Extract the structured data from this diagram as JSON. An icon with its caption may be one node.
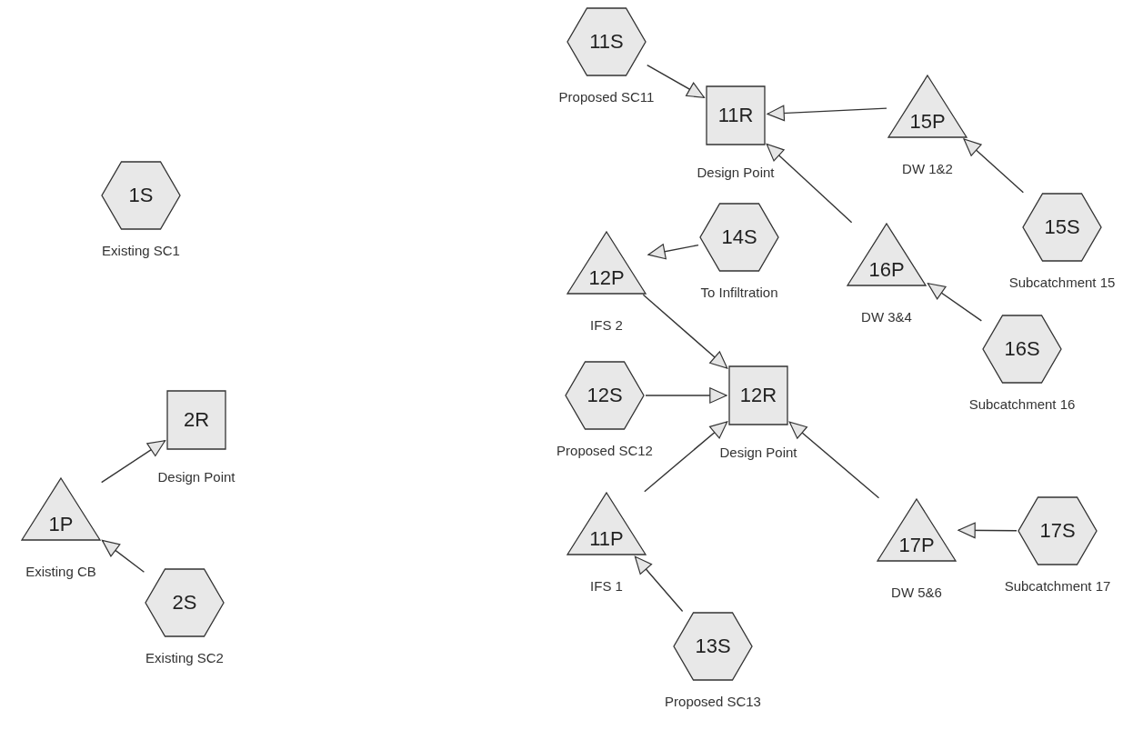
{
  "diagram": {
    "nodes": [
      {
        "text": [
          "1S"
        ],
        "beside": [
          "Existing SC1"
        ]
      },
      {
        "text": [
          "2R"
        ],
        "beside": [
          "Design Point"
        ]
      },
      {
        "text": [
          "1P"
        ],
        "beside": [
          "Existing CB"
        ]
      },
      {
        "text": [
          "2S"
        ],
        "beside": [
          "Existing SC2"
        ]
      },
      {
        "text": [
          "11S"
        ],
        "beside": [
          "Proposed SC11"
        ]
      },
      {
        "text": [
          "11R"
        ],
        "beside": [
          "Design Point"
        ]
      },
      {
        "text": [
          "15P"
        ],
        "beside": [
          "DW 1&2"
        ]
      },
      {
        "text": [
          "14S"
        ],
        "beside": [
          "To Infiltration"
        ]
      },
      {
        "text": [
          "12P"
        ],
        "beside": [
          "IFS 2"
        ]
      },
      {
        "text": [
          "16P"
        ],
        "beside": [
          "DW 3&4"
        ]
      },
      {
        "text": [
          "15S"
        ],
        "beside": [
          "Subcatchment 15"
        ]
      },
      {
        "text": [
          "16S"
        ],
        "beside": [
          "Subcatchment 16"
        ]
      },
      {
        "text": [
          "12S"
        ],
        "beside": [
          "Proposed SC12"
        ]
      },
      {
        "text": [
          "12R"
        ],
        "beside": [
          "Design Point"
        ]
      },
      {
        "text": [
          "11P"
        ],
        "beside": [
          "IFS 1"
        ]
      },
      {
        "text": [
          "17P"
        ],
        "beside": [
          "DW 5&6"
        ]
      },
      {
        "text": [
          "17S"
        ],
        "beside": [
          "Subcatchment 17"
        ]
      },
      {
        "text": [
          "13S"
        ],
        "beside": [
          "Proposed SC13"
        ]
      }
    ],
    "edges": [
      {
        "from": 2,
        "to": 1,
        "arrow": "to"
      },
      {
        "from": 3,
        "to": 2,
        "arrow": "to"
      },
      {
        "from": 4,
        "to": 5,
        "arrow": "to"
      },
      {
        "from": 6,
        "to": 5,
        "arrow": "to"
      },
      {
        "from": 9,
        "to": 5,
        "arrow": "to"
      },
      {
        "from": 10,
        "to": 6,
        "arrow": "to"
      },
      {
        "from": 11,
        "to": 9,
        "arrow": "to"
      },
      {
        "from": 7,
        "to": 8,
        "arrow": "to"
      },
      {
        "from": 8,
        "to": 13,
        "arrow": "to"
      },
      {
        "from": 12,
        "to": 13,
        "arrow": "to"
      },
      {
        "from": 14,
        "to": 13,
        "arrow": "to"
      },
      {
        "from": 15,
        "to": 13,
        "arrow": "to"
      },
      {
        "from": 16,
        "to": 15,
        "arrow": "to"
      },
      {
        "from": 17,
        "to": 14,
        "arrow": "to"
      }
    ]
  }
}
